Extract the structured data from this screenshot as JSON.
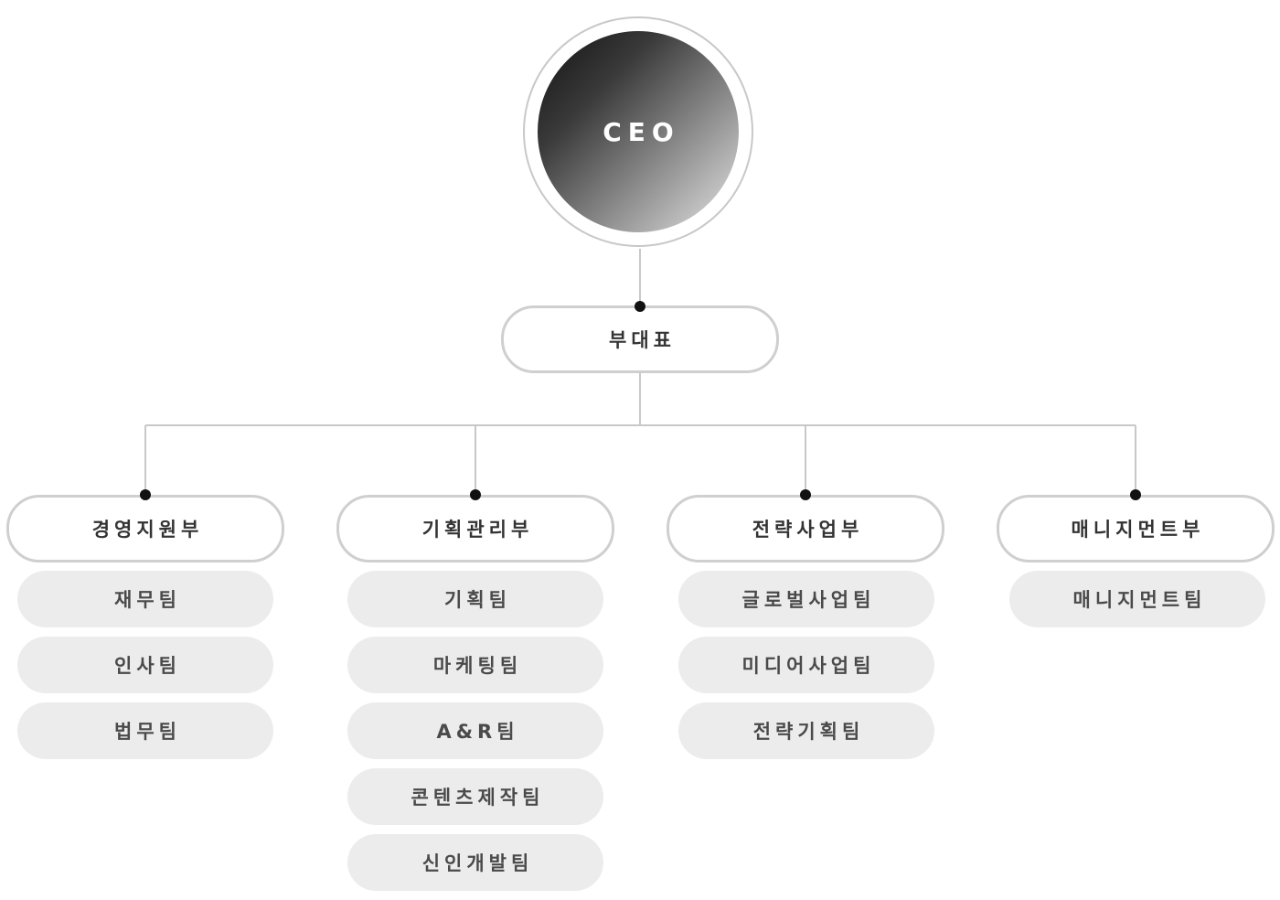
{
  "ceo": {
    "label": "CEO"
  },
  "vice_president": {
    "label": "부대표"
  },
  "departments": [
    {
      "label": "경영지원부",
      "teams": [
        "재무팀",
        "인사팀",
        "법무팀"
      ]
    },
    {
      "label": "기획관리부",
      "teams": [
        "기획팀",
        "마케팅팀",
        "A&R팀",
        "콘텐츠제작팀",
        "신인개발팀"
      ]
    },
    {
      "label": "전략사업부",
      "teams": [
        "글로벌사업팀",
        "미디어사업팀",
        "전략기획팀"
      ]
    },
    {
      "label": "매니지먼트부",
      "teams": [
        "매니지먼트팀"
      ]
    }
  ],
  "colors": {
    "line": "#c8c8c8",
    "pill_border": "#cfcfcf",
    "team_bg": "#ececec",
    "dot": "#111111"
  }
}
